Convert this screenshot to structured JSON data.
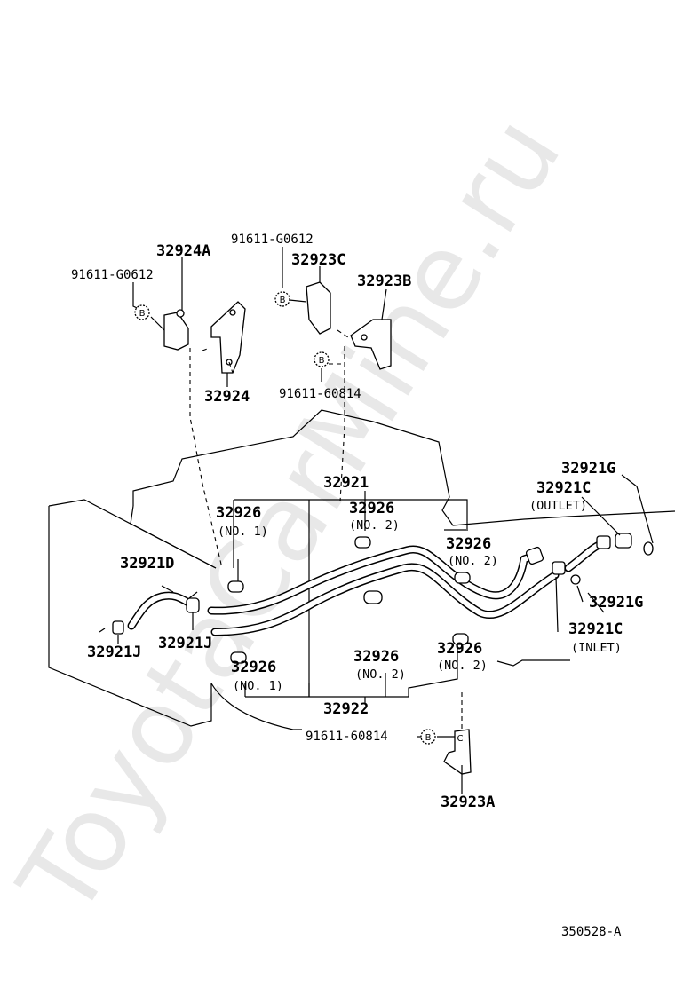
{
  "diagram": {
    "watermark": "ToyotaCarMine.ru",
    "figure_id": "350528-A",
    "bolt_marker": "B",
    "clip_marker": "C",
    "labels": {
      "p32924A": "32924A",
      "p32924": "32924",
      "bolt_left": "91611-G0612",
      "bolt_top": "91611-G0612",
      "p32923C": "32923C",
      "p32923B": "32923B",
      "bolt_mid": "91611-60814",
      "p32921": "32921",
      "p32926_a": "32926",
      "p32926_a_sub": "(NO. 1)",
      "p32926_b": "32926",
      "p32926_b_sub": "(NO. 2)",
      "p32926_c": "32926",
      "p32926_c_sub": "(NO. 2)",
      "p32926_d": "32926",
      "p32926_d_sub": "(NO. 1)",
      "p32926_e": "32926",
      "p32926_e_sub": "(NO. 2)",
      "p32926_f": "32926",
      "p32926_f_sub": "(NO. 2)",
      "p32921D": "32921D",
      "p32921J_a": "32921J",
      "p32921J_b": "32921J",
      "p32922": "32922",
      "bolt_bottom": "91611-60814",
      "p32923A": "32923A",
      "p32921G_top": "32921G",
      "p32921C_top": "32921C",
      "outlet": "(OUTLET)",
      "p32921G_bot": "32921G",
      "p32921C_bot": "32921C",
      "inlet": "(INLET)"
    }
  }
}
